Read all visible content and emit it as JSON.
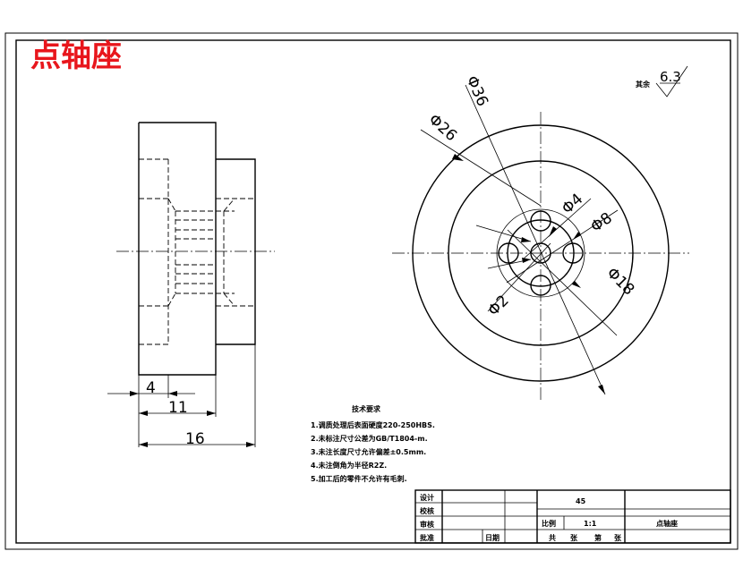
{
  "title": "点轴座",
  "side_view": {
    "dims": {
      "d4": "4",
      "d11": "11",
      "d16": "16"
    }
  },
  "front_view": {
    "dims": {
      "d36": "Φ36",
      "d26": "Φ26",
      "d4": "Φ4",
      "d8": "Φ8",
      "d18": "Φ18",
      "d2": "Φ2"
    }
  },
  "surface_finish": {
    "label": "其余",
    "value": "6.3"
  },
  "tech_requirements": {
    "heading": "技术要求",
    "items": [
      "1.调质处理后表面硬度220-250HBS.",
      "2.未标注尺寸公差为GB/T1804-m.",
      "3.未注长度尺寸允许偏差±0.5mm.",
      "4.未注倒角为半径R2Z.",
      "5.加工后的零件不允许有毛刺."
    ]
  },
  "title_block": {
    "design": "设计",
    "check": "校核",
    "review": "审核",
    "approve": "批准",
    "date": "日期",
    "material": "45",
    "scale_label": "比例",
    "scale_value": "1:1",
    "part_name": "点轴座",
    "sheets_total": "共",
    "sheets_unit": "张",
    "sheet_no": "第",
    "sheet_unit2": "张"
  }
}
